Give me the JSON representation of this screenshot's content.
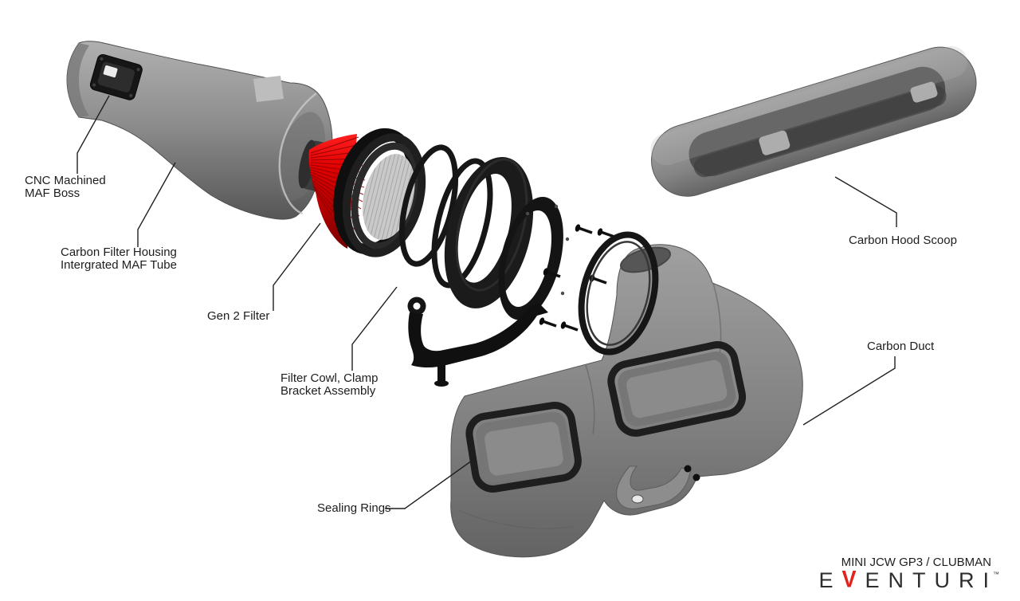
{
  "labels": {
    "maf_boss": {
      "line1": "CNC Machined",
      "line2": "MAF Boss"
    },
    "housing": {
      "line1": "Carbon Filter Housing",
      "line2": "Intergrated MAF Tube"
    },
    "gen2_filter": {
      "text": "Gen 2 Filter"
    },
    "filter_cowl": {
      "line1": "Filter Cowl, Clamp",
      "line2": "Bracket Assembly"
    },
    "sealing_rings": {
      "text": "Sealing Rings"
    },
    "hood_scoop": {
      "text": "Carbon Hood Scoop"
    },
    "carbon_duct": {
      "text": "Carbon Duct"
    }
  },
  "footer": {
    "model": "MINI JCW GP3 / CLUBMAN",
    "brand_letters": [
      "E",
      "V",
      "E",
      "N",
      "T",
      "U",
      "R",
      "I"
    ],
    "trademark": "™"
  },
  "colors": {
    "background": "#ffffff",
    "text": "#1d1d1d",
    "leader_line": "#1f1f1f",
    "part_gray": "#8f8f8f",
    "hardware_black": "#161616",
    "filter_red": "#d40000",
    "brand_dark": "#2d2d2d",
    "brand_red": "#e32219"
  }
}
